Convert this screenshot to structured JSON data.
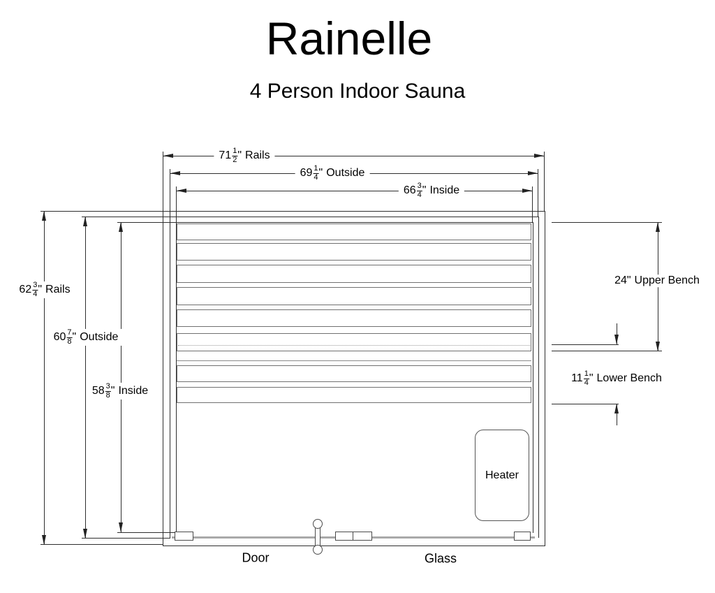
{
  "title": "Rainelle",
  "subtitle": "4 Person Indoor Sauna",
  "dimensions": {
    "top_rails": {
      "whole": "71",
      "num": "1",
      "den": "2",
      "unit": "\"",
      "label": "Rails"
    },
    "top_outside": {
      "whole": "69",
      "num": "1",
      "den": "4",
      "unit": "\"",
      "label": "Outside"
    },
    "top_inside": {
      "whole": "66",
      "num": "3",
      "den": "4",
      "unit": "\"",
      "label": "Inside"
    },
    "left_rails": {
      "whole": "62",
      "num": "3",
      "den": "4",
      "unit": "\"",
      "label": "Rails"
    },
    "left_outside": {
      "whole": "60",
      "num": "7",
      "den": "8",
      "unit": "\"",
      "label": "Outside"
    },
    "left_inside": {
      "whole": "58",
      "num": "3",
      "den": "8",
      "unit": "\"",
      "label": "Inside"
    },
    "right_upper": {
      "value": "24\"",
      "label": "Upper Bench"
    },
    "right_lower": {
      "whole": "11",
      "num": "1",
      "den": "4",
      "unit": "\"",
      "label": "Lower Bench"
    }
  },
  "plan": {
    "heater": "Heater",
    "door": "Door",
    "glass": "Glass"
  },
  "colors": {
    "line": "#2e2e2e",
    "slat_border": "#707070",
    "glass_line": "#a9a9a9",
    "text": "#000000",
    "background": "#ffffff"
  }
}
